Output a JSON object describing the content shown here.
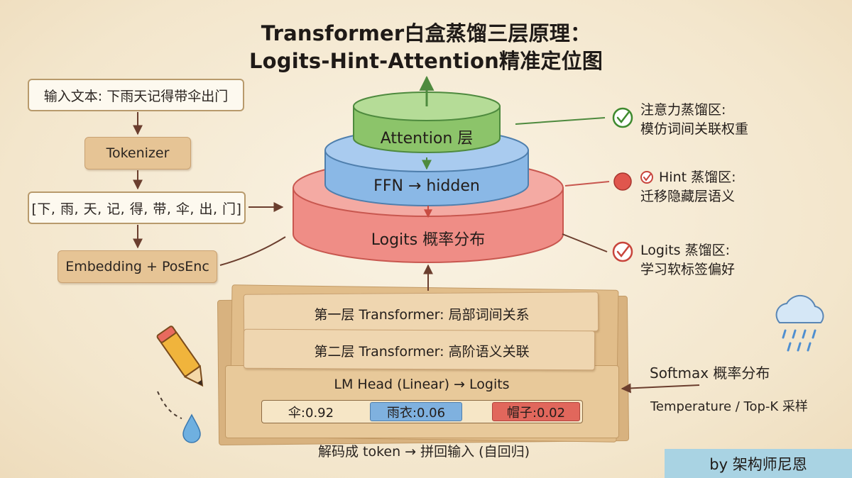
{
  "title": {
    "line1": "Transformer白盒蒸馏三层原理：",
    "line2": "Logits-Hint-Attention精准定位图"
  },
  "pipeline": {
    "input_text": "输入文本: 下雨天记得带伞出门",
    "tokenizer": "Tokenizer",
    "token_list": "[下, 雨, 天, 记, 得, 带, 伞, 出, 门]",
    "embedding": "Embedding + PosEnc"
  },
  "stack": {
    "attention": "Attention 层",
    "ffn": "FFN → hidden",
    "logits": "Logits 概率分布"
  },
  "distill_zones": {
    "attention": {
      "line1": "注意力蒸馏区:",
      "line2": "模仿词间关联权重"
    },
    "hint": {
      "line1": "Hint 蒸馏区:",
      "line2": "迁移隐藏层语义"
    },
    "logits": {
      "line1": "Logits 蒸馏区:",
      "line2": "学习软标签偏好"
    }
  },
  "layers": {
    "layer1": "第一层 Transformer: 局部词间关系",
    "layer2": "第二层 Transformer: 高阶语义关联",
    "lm_head": "LM Head (Linear) → Logits"
  },
  "probabilities": [
    {
      "token": "伞",
      "value": 0.92,
      "label": "伞:0.92"
    },
    {
      "token": "雨衣",
      "value": 0.06,
      "label": "雨衣:0.06"
    },
    {
      "token": "帽子",
      "value": 0.02,
      "label": "帽子:0.02"
    }
  ],
  "decode": "解码成 token → 拼回输入 (自回归)",
  "sampling": {
    "softmax": "Softmax 概率分布",
    "temperature": "Temperature / Top-K 采样"
  },
  "author": "by 架构师尼恩",
  "colors": {
    "attention_green": "#8cc46a",
    "ffn_blue": "#8ab8e6",
    "logits_red": "#ef8d86",
    "paper": "#e6c495",
    "author_badge": "#a9d3e3"
  },
  "icons": [
    "check-circle-icon",
    "red-dot-icon",
    "pencil-icon",
    "cloud-rain-icon",
    "water-drop-icon"
  ]
}
